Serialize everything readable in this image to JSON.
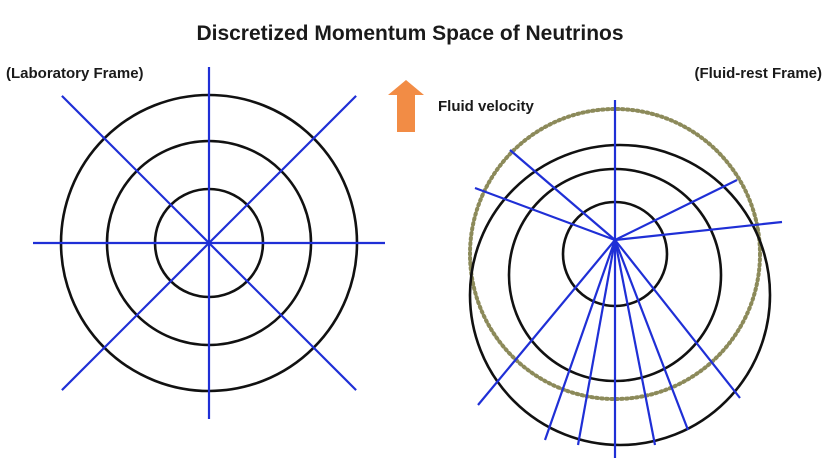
{
  "title": "Discretized Momentum Space of Neutrinos",
  "left_panel": {
    "label": "(Laboratory Frame)"
  },
  "right_panel": {
    "label": "(Fluid-rest Frame)"
  },
  "arrow": {
    "label": "Fluid velocity",
    "color": "#f28c45"
  },
  "colors": {
    "rings": "#111111",
    "rays": "#1f2fd6",
    "dotted_circle": "#8c8a5a",
    "text": "#1a1a1a"
  }
}
